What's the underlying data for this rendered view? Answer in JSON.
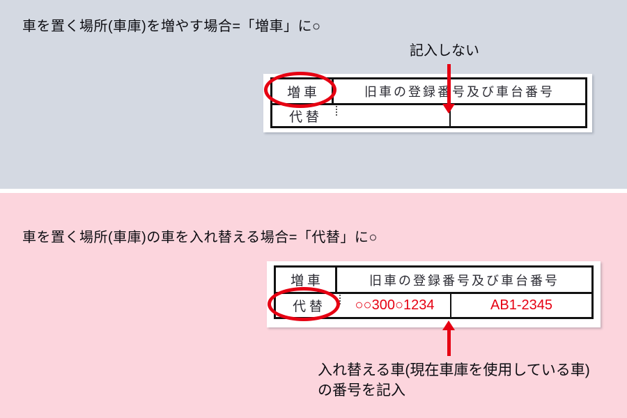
{
  "colors": {
    "panel_add_bg": "#d4d9e2",
    "panel_replace_bg": "#fcd5dd",
    "accent_red": "#e60012",
    "table_border": "#111111",
    "table_text": "#2b2b33"
  },
  "panel_add": {
    "heading": "車を置く場所(車庫)を増やす場合=「増車」に○",
    "annotation": "記入しない",
    "form": {
      "row_add_label": "増 車",
      "header": "旧車の登録番号及び車台番号",
      "row_replace_label": "代 替",
      "registration_number": "",
      "chassis_number": ""
    }
  },
  "panel_replace": {
    "heading": "車を置く場所(車庫)の車を入れ替える場合=「代替」に○",
    "form": {
      "row_add_label": "増 車",
      "header": "旧車の登録番号及び車台番号",
      "row_replace_label": "代 替",
      "registration_number": "○○300○1234",
      "chassis_number": "AB1-2345"
    },
    "annotation_line1": "入れ替える車(現在車庫を使用している車)",
    "annotation_line2": "の番号を記入"
  }
}
